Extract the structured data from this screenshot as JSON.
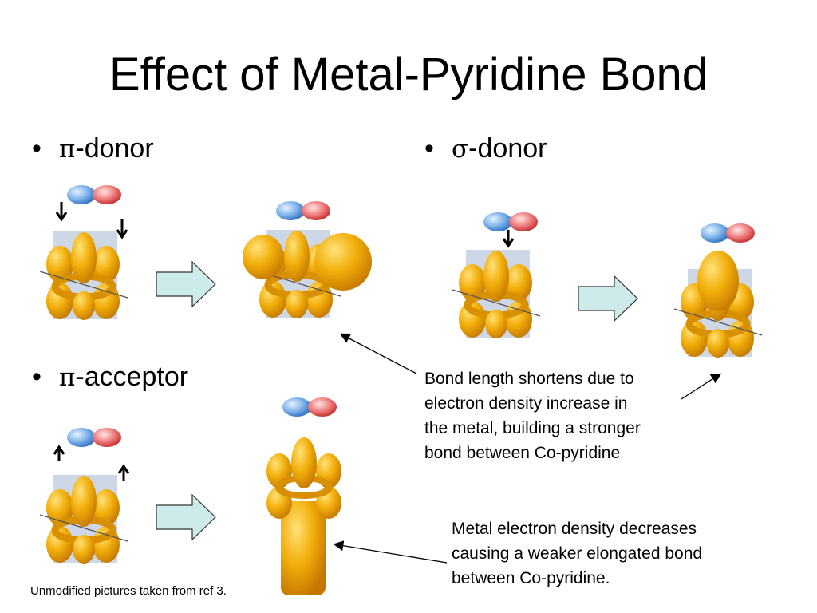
{
  "title": "Effect of Metal-Pyridine Bond",
  "bullets": {
    "pi_donor": {
      "symbol": "π",
      "label": "-donor"
    },
    "sigma_donor": {
      "symbol": "σ",
      "label": "-donor"
    },
    "pi_acceptor": {
      "symbol": "π",
      "label": "-acceptor"
    }
  },
  "notes": {
    "shorter": [
      "Bond length shortens due to",
      "electron density increase in",
      "the metal, building a stronger",
      "bond between Co-pyridine"
    ],
    "weaker": [
      "Metal electron density decreases",
      "causing a weaker elongated bond",
      "between Co-pyridine."
    ]
  },
  "credit": "Unmodified pictures taken from ref 3.",
  "colors": {
    "orbital_gold": "#F0A800",
    "lobe_blue": "#4A90D9",
    "lobe_red": "#E04848",
    "arrow_fill": "#CDEBEB"
  }
}
